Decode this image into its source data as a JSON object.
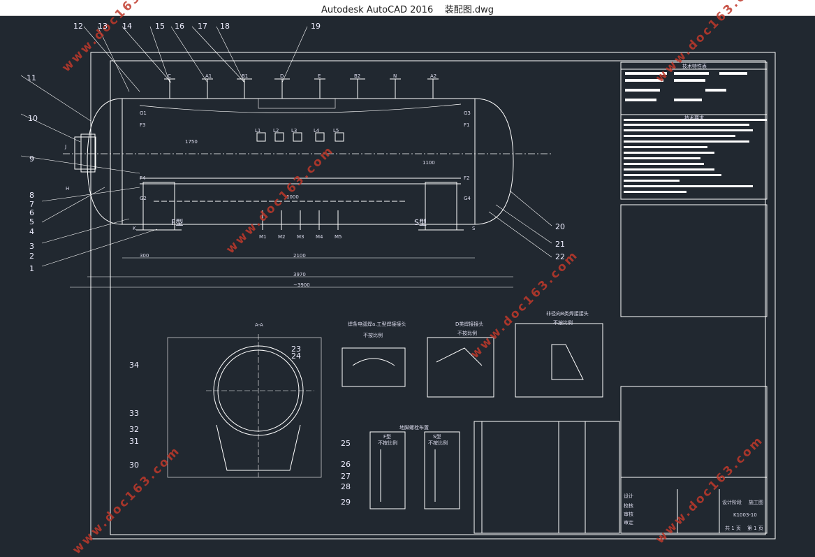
{
  "window": {
    "title": "Autodesk AutoCAD 2016",
    "file": "装配图.dwg"
  },
  "watermark": "www.doc163.com",
  "callouts": [
    "12",
    "13",
    "14",
    "15",
    "16",
    "17",
    "18",
    "19",
    "11",
    "10",
    "9",
    "8",
    "7",
    "6",
    "5",
    "4",
    "3",
    "2",
    "1",
    "20",
    "21",
    "22",
    "34",
    "33",
    "32",
    "31",
    "30",
    "23",
    "24",
    "25",
    "26",
    "27",
    "28",
    "29"
  ],
  "views": {
    "section": "A-A",
    "weld1_title": "焊条电弧焊a.工型焊接接头",
    "weld2_title": "D类焊接接头",
    "weld3_title": "非径向B类焊接接头",
    "scale_note": "不按比例",
    "saddle_title": "地脚螺栓布置",
    "saddle_f": "F型",
    "saddle_s": "S型"
  },
  "saddles": {
    "f_type": "F型",
    "s_type": "S型"
  },
  "nozzles_top": [
    "C",
    "A1",
    "B1",
    "D",
    "E",
    "B2",
    "N",
    "A2"
  ],
  "nozzles_bottom": [
    "M1",
    "M2",
    "M3",
    "M4",
    "M5"
  ],
  "nozzles_mid": [
    "L1",
    "L2",
    "L3",
    "L4",
    "L5"
  ],
  "nozzles_side": [
    "G1",
    "F3",
    "G3",
    "F1",
    "F4",
    "G2",
    "F2",
    "G4",
    "K",
    "S",
    "H",
    "J"
  ],
  "dimensions": [
    "3970",
    "~3900",
    "2100",
    "1750",
    "1100",
    "300",
    "1000"
  ],
  "title_block": {
    "tech_char_header": "技术特性表",
    "tech_req_header": "技术要求",
    "drawing_no": "K1003-10",
    "sheet_total": "共 1 页",
    "sheet_no": "第 1 页",
    "rows": [
      "设计",
      "校核",
      "审核",
      "审定"
    ],
    "stage": "施工图",
    "design_label": "设计阶段"
  },
  "colors": {
    "background": "#212830",
    "line": "#ffffff",
    "watermark": "#c0392b",
    "titlebar": "#ffffff"
  }
}
